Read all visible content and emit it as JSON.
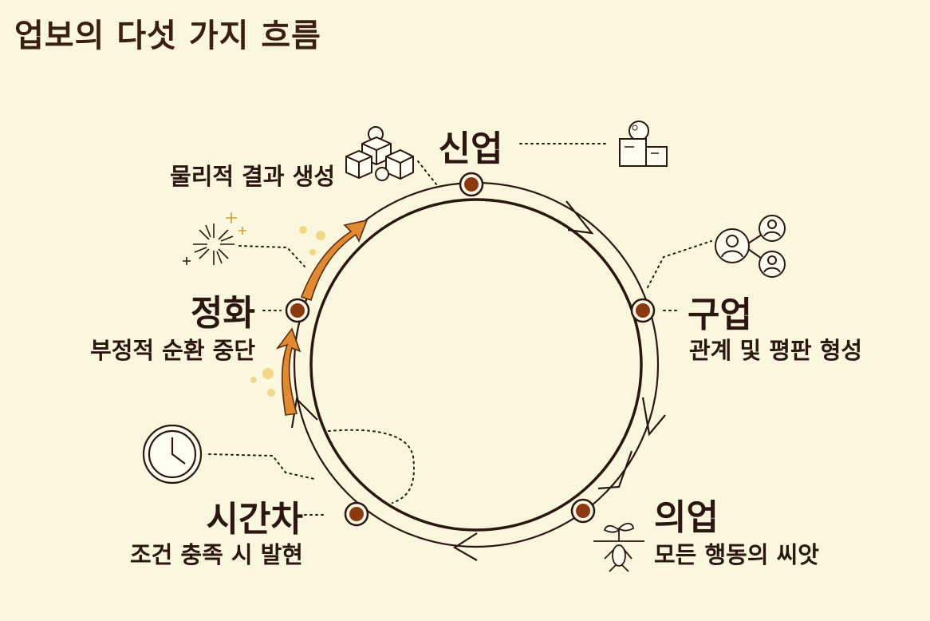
{
  "title": "업보의 다섯 가지 흐름",
  "stages": [
    {
      "id": "shinup",
      "name": "신업",
      "desc": "물리적 결과 생성",
      "icon": "boxes-icon"
    },
    {
      "id": "guup",
      "name": "구업",
      "desc": "관계 및 평판 형성",
      "icon": "people-network-icon"
    },
    {
      "id": "uiup",
      "name": "의업",
      "desc": "모든 행동의 씨앗",
      "icon": "sprout-seed-icon"
    },
    {
      "id": "sigancha",
      "name": "시간차",
      "desc": "조건 충족 시 발현",
      "icon": "clock-icon"
    },
    {
      "id": "jeonghwa",
      "name": "정화",
      "desc": "부정적 순환 중단",
      "icon": "sparkle-icon"
    }
  ],
  "colors": {
    "background": "#fbf7df",
    "ink": "#2b1710",
    "node": "#8a3a0e",
    "accent_orange": "#e08a32",
    "dot_yellow": "#f1d78a"
  }
}
